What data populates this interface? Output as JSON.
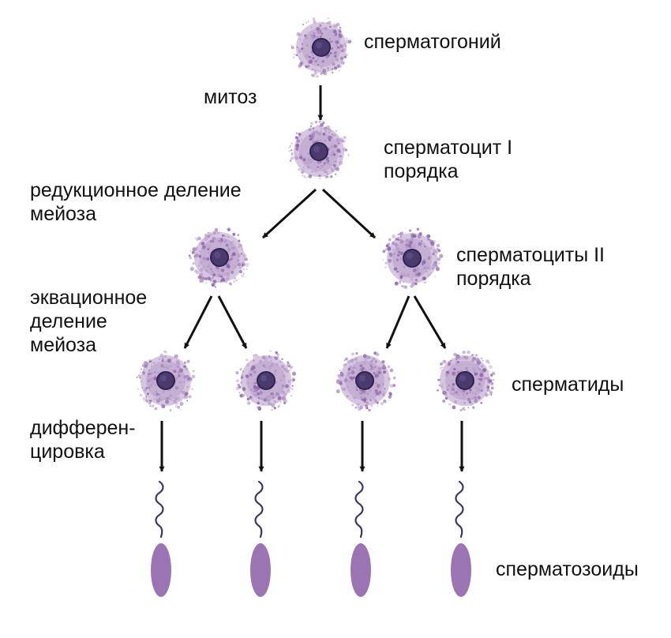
{
  "colors": {
    "cell_body": "#b497c6",
    "cell_speckle": "#8a5fa8",
    "nucleus": "#4a3a6e",
    "nucleus_ring": "#2e2450",
    "sperm_head": "#9b74b3",
    "sperm_tail": "#3f3560",
    "arrow": "#111111",
    "text": "#111111"
  },
  "icons": {
    "cell": "spermatogenic-cell-icon",
    "sperm": "spermatozoon-icon",
    "arrow": "arrow-down-icon"
  },
  "stages": {
    "spermatogonium": "сперматогоний",
    "spermatocyte1": [
      "сперматоцит I",
      "порядка"
    ],
    "spermatocyte2": [
      "сперматоциты II",
      "порядка"
    ],
    "spermatids": "сперматиды",
    "spermatozoa": "сперматозоиды"
  },
  "processes": {
    "mitosis": "митоз",
    "reduction": [
      "редукционное деление",
      "мейоза"
    ],
    "equational": [
      "эквационное",
      "деление",
      "мейоза"
    ],
    "differentiation": [
      "дифферен-",
      "цировка"
    ]
  }
}
